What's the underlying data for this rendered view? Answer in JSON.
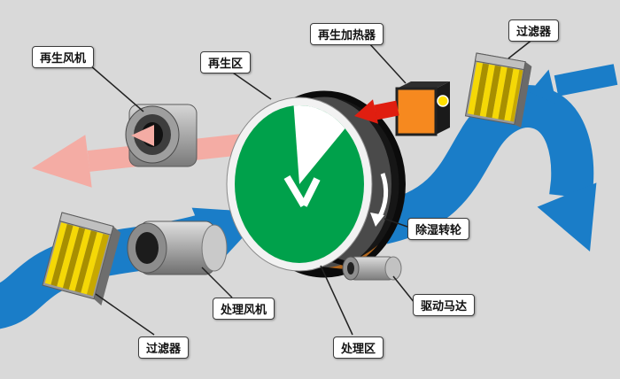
{
  "diagram": {
    "labels": {
      "regen_fan": "再生风机",
      "regen_zone": "再生区",
      "regen_heater": "再生加热器",
      "filter_top": "过滤器",
      "wheel": "除湿转轮",
      "motor": "驱动马达",
      "process_zone": "处理区",
      "process_fan": "处理风机",
      "filter_bottom": "过滤器"
    },
    "colors": {
      "background": "#d9d9d9",
      "process_air": "#1a7dc8",
      "regen_exhaust": "#f4aca4",
      "hot_air": "#e01e10",
      "wheel_face": "#00a14b",
      "heater_front": "#f6891f",
      "filter_media": "#f5d806"
    }
  }
}
